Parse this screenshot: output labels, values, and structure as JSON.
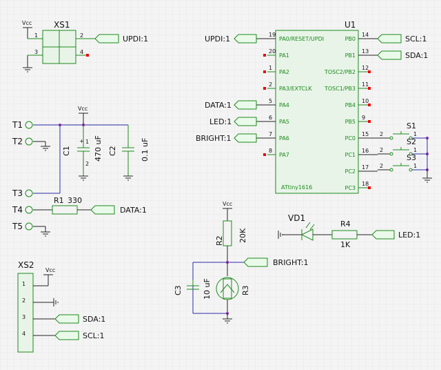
{
  "xs1": {
    "ref": "XS1",
    "vcc": "Vcc",
    "pins": [
      "1",
      "2",
      "3",
      "4"
    ],
    "net_updi": "UPDI:1"
  },
  "u1": {
    "ref": "U1",
    "part": "ATtiny1616",
    "left_pins": [
      {
        "num": "19",
        "name": "PA0/RESET/UPDI",
        "net": "UPDI:1"
      },
      {
        "num": "20",
        "name": "PA1",
        "net": ""
      },
      {
        "num": "1",
        "name": "PA2",
        "net": ""
      },
      {
        "num": "2",
        "name": "PA3/EXTCLK",
        "net": ""
      },
      {
        "num": "5",
        "name": "PA4",
        "net": "DATA:1"
      },
      {
        "num": "6",
        "name": "PA5",
        "net": "LED:1"
      },
      {
        "num": "7",
        "name": "PA6",
        "net": "BRIGHT:1"
      },
      {
        "num": "8",
        "name": "PA7",
        "net": ""
      }
    ],
    "right_pins": [
      {
        "num": "14",
        "name": "PB0",
        "net": "SCL:1"
      },
      {
        "num": "13",
        "name": "PB1",
        "net": "SDA:1"
      },
      {
        "num": "12",
        "name": "TOSC2/PB2",
        "net": ""
      },
      {
        "num": "11",
        "name": "TOSC1/PB3",
        "net": ""
      },
      {
        "num": "10",
        "name": "PB4",
        "net": ""
      },
      {
        "num": "9",
        "name": "PB5",
        "net": ""
      },
      {
        "num": "15",
        "name": "PC0",
        "net": ""
      },
      {
        "num": "16",
        "name": "PC1",
        "net": ""
      },
      {
        "num": "17",
        "name": "PC2",
        "net": ""
      },
      {
        "num": "18",
        "name": "PC3",
        "net": ""
      }
    ]
  },
  "switches": [
    {
      "ref": "S1",
      "p1": "1",
      "p2": "2"
    },
    {
      "ref": "S2",
      "p1": "1",
      "p2": "2"
    },
    {
      "ref": "S3",
      "p1": "1",
      "p2": "2"
    }
  ],
  "terminals": [
    "T1",
    "T2",
    "T3",
    "T4",
    "T5"
  ],
  "c1": {
    "ref": "C1",
    "value": "470 uF",
    "pin1": "1",
    "pin2": "2"
  },
  "c2": {
    "ref": "C2",
    "value": "0.1 uF"
  },
  "r1": {
    "ref": "R1",
    "value": "330",
    "net": "DATA:1"
  },
  "vcc_label": "Vcc",
  "r2": {
    "ref": "R2",
    "value": "20K"
  },
  "r3": {
    "ref": "R3"
  },
  "c3": {
    "ref": "C3",
    "value": "10 uF"
  },
  "bright_net": "BRIGHT:1",
  "vd1": {
    "ref": "VD1"
  },
  "r4": {
    "ref": "R4",
    "value": "1K",
    "net": "LED:1"
  },
  "xs2": {
    "ref": "XS2",
    "pins": [
      "1",
      "2",
      "3",
      "4"
    ],
    "net_sda": "SDA:1",
    "net_scl": "SCL:1"
  }
}
